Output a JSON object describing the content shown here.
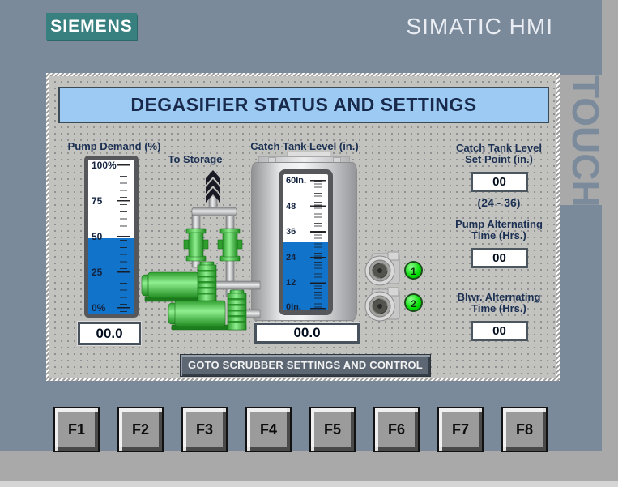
{
  "header": {
    "brand": "SIEMENS",
    "product": "SIMATIC HMI"
  },
  "bezel": {
    "touch_label": "TOUCH"
  },
  "screen": {
    "title": "DEGASIFIER STATUS AND SETTINGS",
    "pump_demand": {
      "label": "Pump Demand (%)",
      "scale": [
        "100%",
        "75",
        "50",
        "25",
        "0%"
      ],
      "fill_percent": 49,
      "value": "00.0"
    },
    "storage": {
      "label": "To Storage"
    },
    "catch_tank": {
      "label": "Catch Tank Level (in.)",
      "scale": [
        "60In.",
        "48",
        "36",
        "24",
        "12",
        "0In."
      ],
      "fill_percent": 50,
      "value": "00.0"
    },
    "blowers": [
      {
        "id": "1"
      },
      {
        "id": "2"
      }
    ],
    "settings": {
      "set_point": {
        "line1": "Catch Tank Level",
        "line2": "Set Point (in.)",
        "value": "00",
        "hint": "(24 - 36)"
      },
      "pump_alt": {
        "line1": "Pump Alternating",
        "line2": "Time (Hrs.)",
        "value": "00"
      },
      "blwr_alt": {
        "line1": "Blwr. Alternating",
        "line2": "Time (Hrs.)",
        "value": "00"
      }
    },
    "goto_button": "GOTO SCRUBBER SETTINGS AND CONTROL"
  },
  "function_keys": [
    "F1",
    "F2",
    "F3",
    "F4",
    "F5",
    "F6",
    "F7",
    "F8"
  ],
  "colors": {
    "bezel": "#7a8a9a",
    "bezel_light": "#a9a9a9",
    "siemens_teal": "#37807f",
    "title_bg": "#9ccaf2",
    "label_navy": "#1b3052",
    "level_blue": "#1173c9",
    "machine_green": "#3fc43f",
    "indicator_green": "#00dd00",
    "goto_bg": "#5c6773"
  }
}
